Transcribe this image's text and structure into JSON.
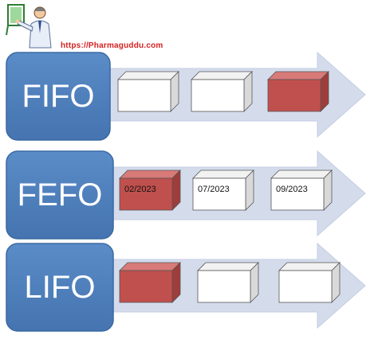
{
  "site_url": "https://Pharmaguddu.com",
  "colors": {
    "label_fill": "#4f81bd",
    "label_stroke": "#3a6aa3",
    "arrow_fill": "#d4dcec",
    "red_box": "#c0504d",
    "white_box": "#ffffff",
    "url_text": "#d42020"
  },
  "logo_icon": "pharmacist-icon",
  "rows": [
    {
      "label": "FIFO",
      "boxes": [
        {
          "color": "white",
          "date": ""
        },
        {
          "color": "white",
          "date": ""
        },
        {
          "color": "red",
          "date": ""
        }
      ]
    },
    {
      "label": "FEFO",
      "boxes": [
        {
          "color": "red",
          "date": "02/2023"
        },
        {
          "color": "white",
          "date": "07/2023"
        },
        {
          "color": "white",
          "date": "09/2023"
        }
      ]
    },
    {
      "label": "LIFO",
      "boxes": [
        {
          "color": "red",
          "date": ""
        },
        {
          "color": "white",
          "date": ""
        },
        {
          "color": "white",
          "date": ""
        }
      ]
    }
  ]
}
